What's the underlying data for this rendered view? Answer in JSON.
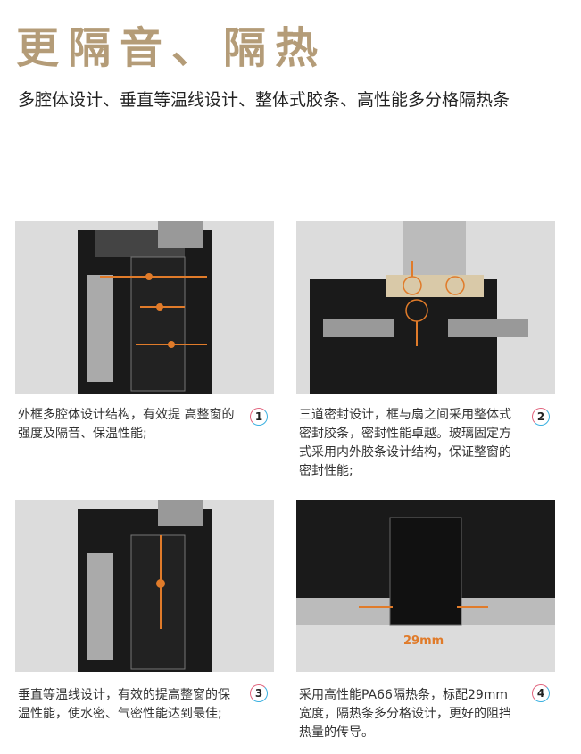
{
  "title": "更隔音、隔热",
  "subtitle": "多腔体设计、垂直等温线设计、整体式胶条、高性能多分格隔热条",
  "features": [
    {
      "number": "1",
      "text": "外框多腔体设计结构，有效提 高整窗的强度及隔音、保温性能;"
    },
    {
      "number": "2",
      "text": "三道密封设计，框与扇之间采用整体式密封胶条，密封性能卓越。玻璃固定方式采用内外胶条设计结构，保证整窗的密封性能;"
    },
    {
      "number": "3",
      "text": "垂直等温线设计，有效的提高整窗的保温性能，使水密、气密性能达到最佳;"
    },
    {
      "number": "4",
      "text": "采用高性能PA66隔热条，标配29mm宽度，隔热条多分格设计，更好的阻挡热量的传导。"
    }
  ],
  "dimension_label": "29mm",
  "colors": {
    "accent": "#b49c78",
    "arrow": "#e07b2a"
  }
}
